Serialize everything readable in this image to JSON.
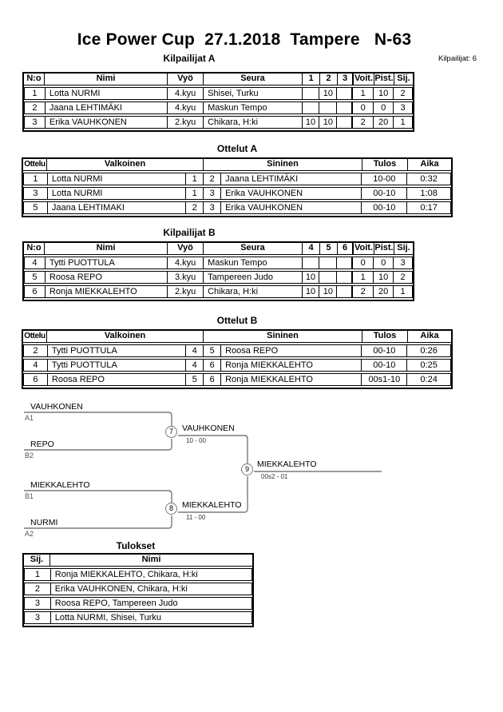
{
  "header": {
    "title": "Ice Power Cup  27.1.2018  Tampere   N-63",
    "competitor_count": "Kilpailijat: 6"
  },
  "pool_a": {
    "title": "Kilpailijat A",
    "headers": {
      "no": "N:o",
      "name": "Nimi",
      "belt": "Vyö",
      "club": "Seura",
      "c1": "1",
      "c2": "2",
      "c3": "3",
      "wins": "Voit.",
      "points": "Pist.",
      "place": "Sij."
    },
    "rows": [
      {
        "no": "1",
        "name": "Lotta NURMI",
        "belt": "4.kyu",
        "club": "Shisei, Turku",
        "c1": "",
        "c2": "10",
        "c3": "",
        "wins": "1",
        "points": "10",
        "place": "2"
      },
      {
        "no": "2",
        "name": "Jaana LEHTIMÄKI",
        "belt": "4.kyu",
        "club": "Maskun Tempo",
        "c1": "",
        "c2": "",
        "c3": "",
        "wins": "0",
        "points": "0",
        "place": "3"
      },
      {
        "no": "3",
        "name": "Erika VAUHKONEN",
        "belt": "2.kyu",
        "club": "Chikara, H:ki",
        "c1": "10",
        "c2": "10",
        "c3": "",
        "wins": "2",
        "points": "20",
        "place": "1"
      }
    ]
  },
  "matches_a": {
    "title": "Ottelut A",
    "headers": {
      "match": "Ottelu",
      "white": "Valkoinen",
      "blue": "Sininen",
      "result": "Tulos",
      "time": "Aika"
    },
    "rows": [
      {
        "no": "1",
        "white": "Lotta NURMI",
        "wn": "1",
        "bn": "2",
        "blue": "Jaana LEHTIMÄKI",
        "result": "10-00",
        "time": "0:32"
      },
      {
        "no": "3",
        "white": "Lotta NURMI",
        "wn": "1",
        "bn": "3",
        "blue": "Erika VAUHKONEN",
        "result": "00-10",
        "time": "1:08"
      },
      {
        "no": "5",
        "white": "Jaana LEHTIMAKI",
        "wn": "2",
        "bn": "3",
        "blue": "Erika VAUHKONEN",
        "result": "00-10",
        "time": "0:17"
      }
    ]
  },
  "pool_b": {
    "title": "Kilpailijat B",
    "headers": {
      "no": "N:o",
      "name": "Nimi",
      "belt": "Vyö",
      "club": "Seura",
      "c1": "4",
      "c2": "5",
      "c3": "6",
      "wins": "Voit.",
      "points": "Pist.",
      "place": "Sij."
    },
    "rows": [
      {
        "no": "4",
        "name": "Tytti PUOTTULA",
        "belt": "4.kyu",
        "club": "Maskun Tempo",
        "c1": "",
        "c2": "",
        "c3": "",
        "wins": "0",
        "points": "0",
        "place": "3"
      },
      {
        "no": "5",
        "name": "Roosa REPO",
        "belt": "3.kyu",
        "club": "Tampereen Judo",
        "c1": "10",
        "c2": "",
        "c3": "",
        "wins": "1",
        "points": "10",
        "place": "2"
      },
      {
        "no": "6",
        "name": "Ronja MIEKKALEHTO",
        "belt": "2.kyu",
        "club": "Chikara, H:ki",
        "c1": "10",
        "c2": "10",
        "c3": "",
        "wins": "2",
        "points": "20",
        "place": "1"
      }
    ]
  },
  "matches_b": {
    "title": "Ottelut B",
    "headers": {
      "match": "Ottelu",
      "white": "Valkoinen",
      "blue": "Sininen",
      "result": "Tulos",
      "time": "Aika"
    },
    "rows": [
      {
        "no": "2",
        "white": "Tytti PUOTTULA",
        "wn": "4",
        "bn": "5",
        "blue": "Roosa REPO",
        "result": "00-10",
        "time": "0:26"
      },
      {
        "no": "4",
        "white": "Tytti PUOTTULA",
        "wn": "4",
        "bn": "6",
        "blue": "Ronja MIEKKALEHTO",
        "result": "00-10",
        "time": "0:25"
      },
      {
        "no": "6",
        "white": "Roosa REPO",
        "wn": "5",
        "bn": "6",
        "blue": "Ronja MIEKKALEHTO",
        "result": "00s1-10",
        "time": "0:24"
      }
    ]
  },
  "bracket": {
    "semifinal_1": {
      "match_no": "7",
      "top_name": "VAUHKONEN",
      "top_seed": "A1",
      "bottom_name": "REPO",
      "bottom_seed": "B2",
      "winner_name": "VAUHKONEN",
      "score": "10 - 00"
    },
    "semifinal_2": {
      "match_no": "8",
      "top_name": "MIEKKALEHTO",
      "top_seed": "B1",
      "bottom_name": "NURMI",
      "bottom_seed": "A2",
      "winner_name": "MIEKKALEHTO",
      "score": "11 - 00"
    },
    "final": {
      "match_no": "9",
      "winner_name": "MIEKKALEHTO",
      "score": "00s2 - 01"
    }
  },
  "results": {
    "title": "Tulokset",
    "headers": {
      "place": "Sij.",
      "name": "Nimi"
    },
    "rows": [
      {
        "place": "1",
        "name": "Ronja MIEKKALEHTO, Chikara, H:ki"
      },
      {
        "place": "2",
        "name": "Erika VAUHKONEN, Chikara, H:ki"
      },
      {
        "place": "3",
        "name": "Roosa REPO, Tampereen Judo"
      },
      {
        "place": "3",
        "name": "Lotta NURMI, Shisei, Turku"
      }
    ]
  }
}
